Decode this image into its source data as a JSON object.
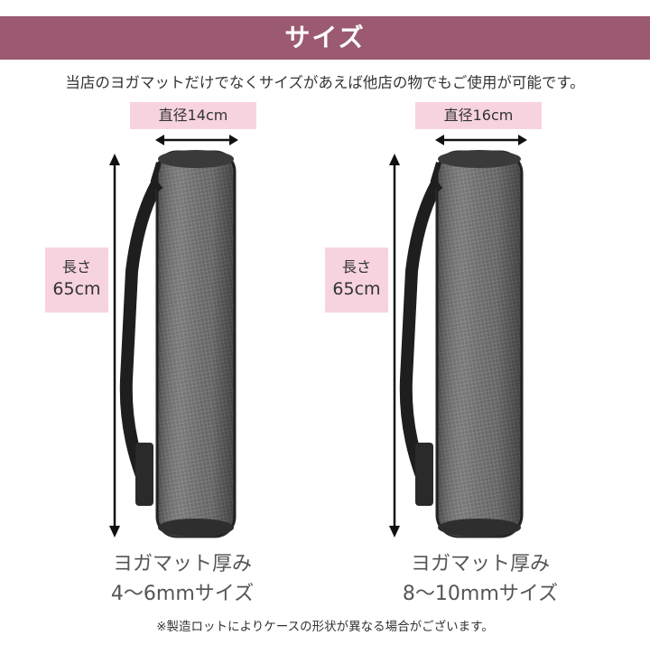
{
  "banner": {
    "title": "サイズ"
  },
  "subtitle": "当店のヨガマットだけでなくサイズがあえば他店の物でもご使用が可能です。",
  "products": [
    {
      "diameter_label": "直径14cm",
      "length_label_top": "長さ",
      "length_label_value": "65cm",
      "caption_line1": "ヨガマット厚み",
      "caption_line2": "4～6mmサイズ"
    },
    {
      "diameter_label": "直径16cm",
      "length_label_top": "長さ",
      "length_label_value": "65cm",
      "caption_line1": "ヨガマット厚み",
      "caption_line2": "8～10mmサイズ"
    }
  ],
  "footnote": "※製造ロットによりケースの形状が異なる場合がございます。",
  "colors": {
    "banner": "#9c5a72",
    "label_bg": "#f6d3df",
    "bag": "#5a5a5a"
  },
  "icons": [
    "yoga-bag-image",
    "double-arrow-icon"
  ]
}
